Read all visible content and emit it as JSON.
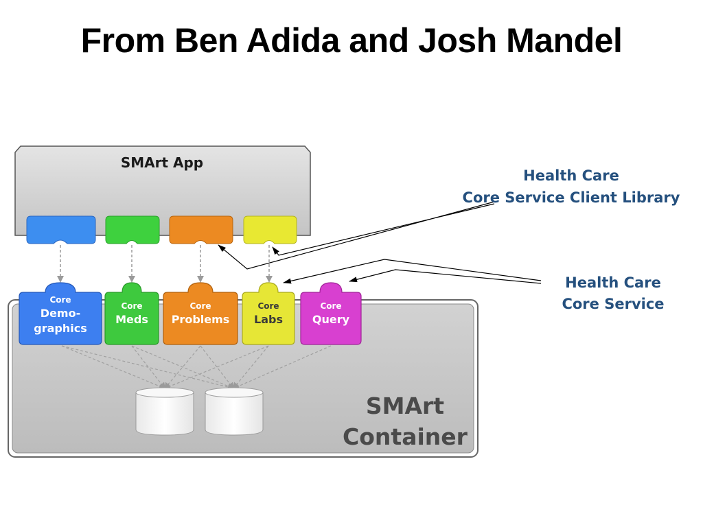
{
  "title": "From Ben Adida and Josh Mandel",
  "app": {
    "label": "SMArt App",
    "connectors": [
      {
        "name": "demographics",
        "color": "#3d8ef0"
      },
      {
        "name": "meds",
        "color": "#3ed13e"
      },
      {
        "name": "problems",
        "color": "#ec8a22"
      },
      {
        "name": "labs",
        "color": "#e8e832"
      }
    ]
  },
  "container": {
    "label_line1": "SMArt",
    "label_line2": "Container"
  },
  "services": [
    {
      "core": "Core",
      "line1": "Demo-",
      "line2": "graphics",
      "color": "#3d7ff0"
    },
    {
      "core": "Core",
      "line1": "Meds",
      "line2": "",
      "color": "#3ec93e"
    },
    {
      "core": "Core",
      "line1": "Problems",
      "line2": "",
      "color": "#ec8a22"
    },
    {
      "core": "Core",
      "line1": "Labs",
      "line2": "",
      "color": "#e6e636"
    },
    {
      "core": "Core",
      "line1": "Query",
      "line2": "",
      "color": "#d840d0"
    }
  ],
  "callouts": {
    "client_library": {
      "line1": "Health Care",
      "line2": "Core Service Client Library"
    },
    "core_service": {
      "line1": "Health Care",
      "line2": "Core Service"
    }
  },
  "databases": {
    "count": 2,
    "color": "#ffffff"
  },
  "colors": {
    "callout_text": "#25507e",
    "container_bg": "#c8c8c8",
    "app_bg": "#d6d6d6"
  }
}
